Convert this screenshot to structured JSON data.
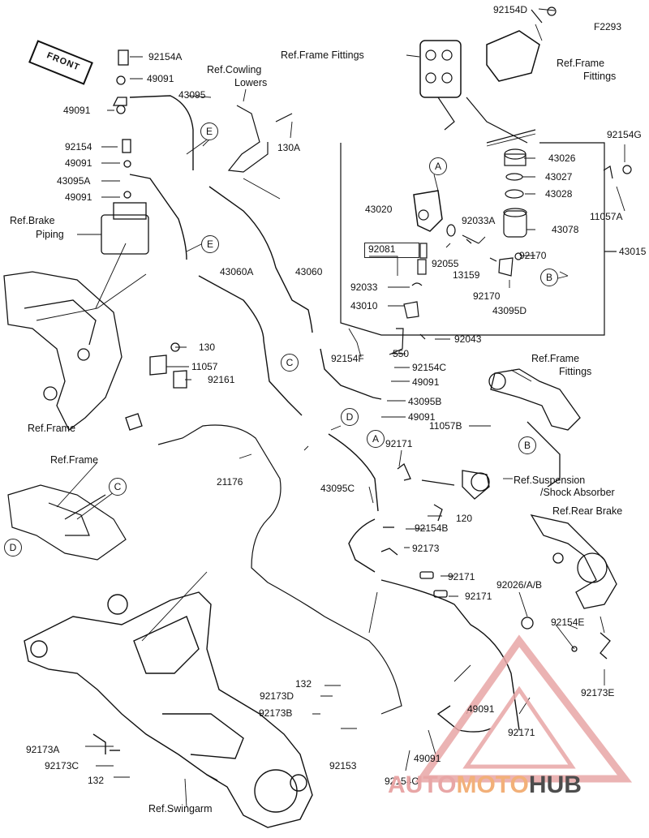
{
  "figure_code": "F2293",
  "front_badge": "FRONT",
  "watermark": {
    "part1": "AUTO",
    "part2": "MOTO",
    "part3": "HUB",
    "color_a": "#e8a6a6",
    "color_b": "#f2b079",
    "color_c": "#4d4d4d"
  },
  "labels": {
    "p92154D": "92154D",
    "ref_frame_fittings_top": "Ref.Frame Fittings",
    "ref_frame_fittings_right_1": "Ref.Frame",
    "ref_frame_fittings_right_2": "Fittings",
    "p92154A": "92154A",
    "p49091_a": "49091",
    "ref_cowling_1": "Ref.Cowling",
    "ref_cowling_2": "Lowers",
    "p43095": "43095",
    "p49091_b": "49091",
    "p130A": "130A",
    "p92154": "92154",
    "p49091_c": "49091",
    "p43095A": "43095A",
    "p49091_d": "49091",
    "ref_brake_piping_1": "Ref.Brake",
    "ref_brake_piping_2": "Piping",
    "p43026": "43026",
    "p92154G": "92154G",
    "p43027": "43027",
    "p43028": "43028",
    "p11057A": "11057A",
    "p43020": "43020",
    "p92033A": "92033A",
    "p43078": "43078",
    "p92081": "92081",
    "p43015": "43015",
    "p92055": "92055",
    "p13159": "13159",
    "p92170_a": "92170",
    "p43060A": "43060A",
    "p43060": "43060",
    "p92033": "92033",
    "p92170_b": "92170",
    "p43010": "43010",
    "p43095D": "43095D",
    "p92043": "92043",
    "p130": "130",
    "p11057": "11057",
    "p92161": "92161",
    "p92154F": "92154F",
    "p550": "550",
    "p92154C_a": "92154C",
    "p49091_e": "49091",
    "p43095B": "43095B",
    "p49091_f": "49091",
    "ref_frame_fittings_mid_1": "Ref.Frame",
    "ref_frame_fittings_mid_2": "Fittings",
    "ref_frame_left": "Ref.Frame",
    "p11057B": "11057B",
    "p92171_a": "92171",
    "ref_frame_lower": "Ref.Frame",
    "p21176": "21176",
    "p43095C": "43095C",
    "ref_suspension_1": "Ref.Suspension",
    "ref_suspension_2": "/Shock Absorber",
    "ref_rear_brake": "Ref.Rear Brake",
    "p120": "120",
    "p92154B": "92154B",
    "p92173": "92173",
    "p92171_b": "92171",
    "p92026": "92026/A/B",
    "p92171_c": "92171",
    "p92154E": "92154E",
    "p132_a": "132",
    "p92173D": "92173D",
    "p92173B": "92173B",
    "p49091_g": "49091",
    "p92173E": "92173E",
    "p92171_d": "92171",
    "p92173A": "92173A",
    "p92173C": "92173C",
    "p92153": "92153",
    "p49091_h": "49091",
    "p132_b": "132",
    "p92154C_b": "92154C",
    "ref_swingarm": "Ref.Swingarm"
  },
  "callouts": {
    "A1": "A",
    "A2": "A",
    "B1": "B",
    "B2": "B",
    "C1": "C",
    "C2": "C",
    "D1": "D",
    "D2": "D",
    "E1": "E",
    "E2": "E"
  }
}
